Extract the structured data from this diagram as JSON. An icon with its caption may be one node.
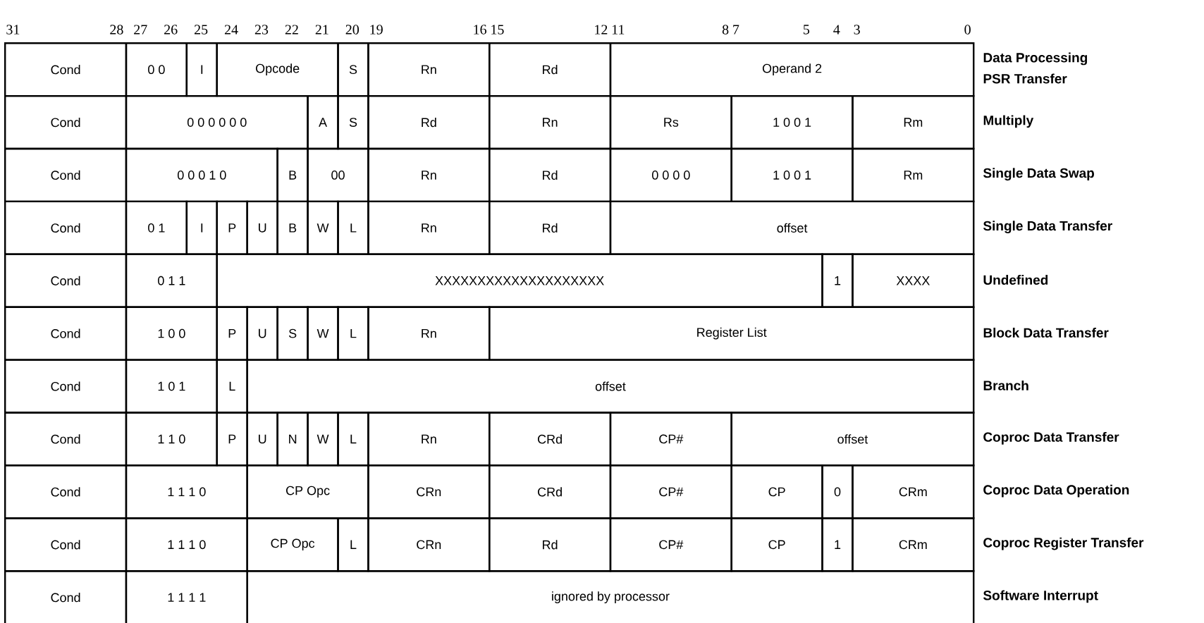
{
  "diagram": {
    "labels": [
      "31",
      "28",
      "27",
      "26",
      "25",
      "24",
      "23",
      "22",
      "21",
      "20",
      "19",
      "16",
      "15",
      "12",
      "11",
      "8",
      "7",
      "5",
      "4",
      "3",
      "0",
      "Cond",
      "0 0",
      "I",
      "Opcode",
      "S",
      "Rn",
      "Rd",
      "Operand 2",
      "Data Processing",
      "PSR Transfer",
      "Cond",
      "0 0 0 0 0 0",
      "A",
      "S",
      "Rd",
      "Rn",
      "Rs",
      "1 0 0 1",
      "Rm",
      "Multiply",
      "Cond",
      "0 0 0 1 0",
      "B",
      "00",
      "Rn",
      "Rd",
      "0 0 0 0",
      "1 0 0 1",
      "Rm",
      "Single Data Swap",
      "Cond",
      "0 1",
      "I",
      "P",
      "U",
      "B",
      "W",
      "L",
      "Rn",
      "Rd",
      "offset",
      "Single Data Transfer",
      "Cond",
      "0 1 1",
      "XXXXXXXXXXXXXXXXXXXX",
      "1",
      "XXXX",
      "Undefined",
      "Cond",
      "1 0 0",
      "P",
      "U",
      "S",
      "W",
      "L",
      "Rn",
      "Register List",
      "Block Data Transfer",
      "Cond",
      "1 0 1",
      "L",
      "offset",
      "Branch",
      "Cond",
      "1 1 0",
      "P",
      "U",
      "N",
      "W",
      "L",
      "Rn",
      "CRd",
      "CP#",
      "offset",
      "Coproc Data Transfer",
      "Cond",
      "1 1 1 0",
      "CP Opc",
      "CRn",
      "CRd",
      "CP#",
      "CP",
      "0",
      "CRm",
      "Coproc Data Operation",
      "Cond",
      "1 1 1 0",
      "CP Opc",
      "L",
      "CRn",
      "Rd",
      "CP#",
      "CP",
      "1",
      "CRm",
      "Coproc Register Transfer",
      "Cond",
      "1 1 1 1",
      "ignored by processor",
      "Software Interrupt"
    ]
  }
}
